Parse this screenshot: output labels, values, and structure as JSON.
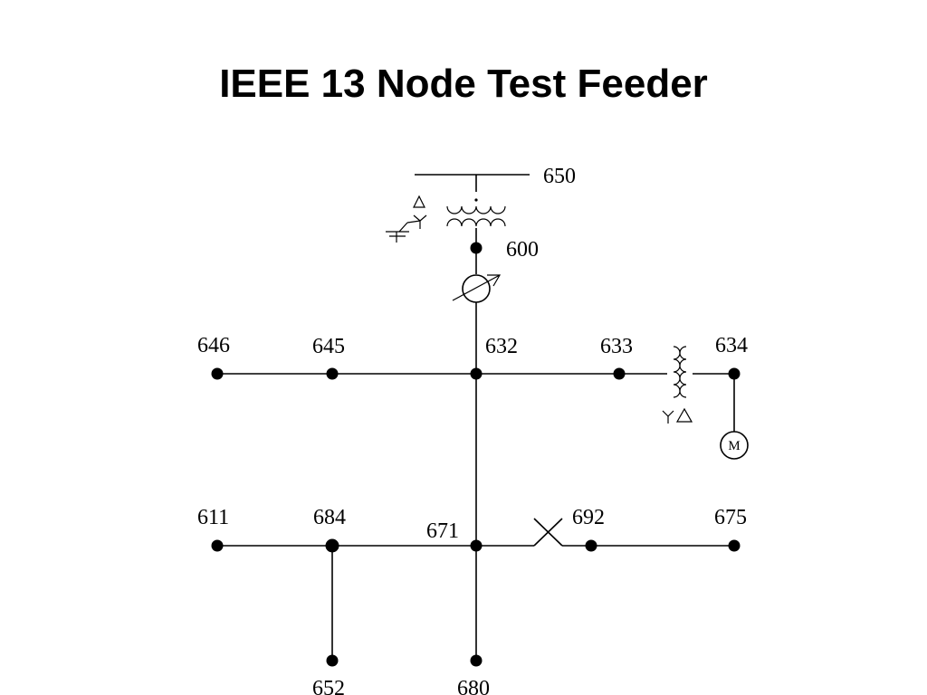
{
  "title": "IEEE 13 Node Test Feeder",
  "nodes": {
    "n650": "650",
    "n600": "600",
    "n632": "632",
    "n633": "633",
    "n634": "634",
    "n645": "645",
    "n646": "646",
    "n671": "671",
    "n692": "692",
    "n675": "675",
    "n684": "684",
    "n611": "611",
    "n652": "652",
    "n680": "680"
  },
  "motor_label": "M",
  "colors": {
    "line": "#000000",
    "background": "#ffffff"
  }
}
